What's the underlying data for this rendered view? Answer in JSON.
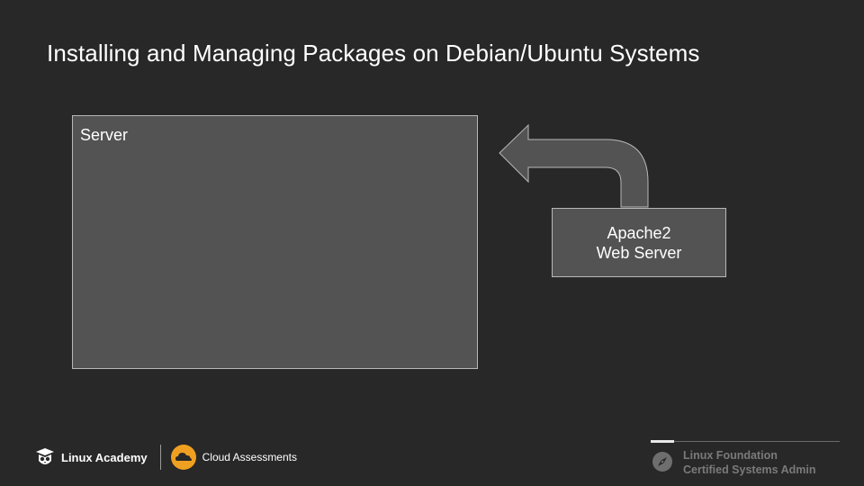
{
  "slide": {
    "title": "Installing and Managing Packages on Debian/Ubuntu Systems"
  },
  "diagram": {
    "server_label": "Server",
    "package_line1": "Apache2",
    "package_line2": "Web Server",
    "arrow_direction": "from package to server"
  },
  "footer": {
    "brand1": "Linux Academy",
    "brand2": "Cloud Assessments",
    "cert_line1": "Linux Foundation",
    "cert_line2": "Certified Systems Admin"
  },
  "colors": {
    "background": "#282828",
    "box_fill": "#535353",
    "box_border": "#b8b8b8",
    "cloud_accent": "#f0a020"
  },
  "icons": {
    "brand1_logo": "owl-icon",
    "brand2_logo": "cloud-icon",
    "cert_logo": "compass-icon"
  }
}
